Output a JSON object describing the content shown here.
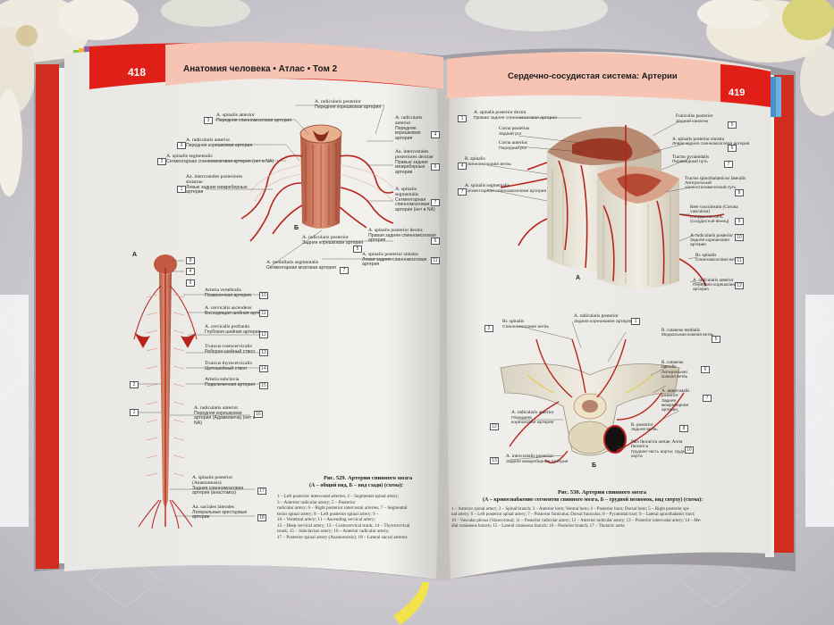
{
  "colors": {
    "header_red": "#e02018",
    "header_pink": "#f7c4b4",
    "page_paper": "#f3f2ef",
    "artery_red": "#b8241c",
    "spinal_cord": "#c96b4e",
    "bone": "#d9cfae"
  },
  "left_page": {
    "page_number": "418",
    "running_head": "Анатомия человека • Атлас • Том 2",
    "figure_letters": [
      "А",
      "Б"
    ],
    "figure_b_labels": [
      {
        "num": "3",
        "la": "A. spinalis anterior",
        "ru": "Передняя спинномозговая артерия"
      },
      {
        "num": "3",
        "la": "A. radicularis anterior",
        "ru": "Передняя корешковая артерия"
      },
      {
        "num": "2",
        "la": "A. spinalis segmentalis",
        "ru": "Сегментарная спинномозговая артерия (нет в NA)"
      },
      {
        "num": "1",
        "la": "Aa. intercostales posteriores sinistrae",
        "ru": "Левые задние межреберные артерии"
      },
      {
        "num": "4",
        "la": "A. radicularis posterior",
        "ru": "Передняя корешковая артерия"
      },
      {
        "num": "4",
        "la": "A. radicularis anterior",
        "ru": "Передняя корешковая артерия"
      },
      {
        "num": "6",
        "la": "Aa. intercostales posteriores dextrae",
        "ru": "Правые задние межреберные артерии"
      },
      {
        "num": "7",
        "la": "A. spinalis segmentalis",
        "ru": "Сегментарная спинномозговая артерия (нет в NA)"
      },
      {
        "num": "6",
        "la": "A. spinalis posterior dextra",
        "ru": "Правая задняя спинномозговая артерия"
      },
      {
        "num": "5",
        "la": "A. radicularis posterior",
        "ru": "Задняя корешковая артерия"
      },
      {
        "num": "7",
        "la": "A. medullaris segmentalis",
        "ru": "Сегментарная мозговая артерия"
      },
      {
        "num": "11",
        "la": "A. spinalis posterior sinistra",
        "ru": "Левая задняя спинномозговая артерия"
      }
    ],
    "figure_a_labels": [
      {
        "num": "10",
        "la": "Arteria vertebralis",
        "ru": "Позвоночная артерия"
      },
      {
        "num": "11",
        "la": "A. cervicalis ascendens",
        "ru": "Восходящая шейная артерия"
      },
      {
        "num": "12",
        "la": "A. cervicalis profunda",
        "ru": "Глубокая шейная артерия"
      },
      {
        "num": "13",
        "la": "Truncus costocervicalis",
        "ru": "Реберно-шейный ствол"
      },
      {
        "num": "14",
        "la": "Truncus thyrocervicalis",
        "ru": "Щитошейный ствол"
      },
      {
        "num": "15",
        "la": "Arteria subclavia",
        "ru": "Подключичная артерия"
      },
      {
        "num": "16",
        "la": "A. radicularis anterior",
        "ru": "Передняя корешковая артерия (Адамкевича) (нет в NA)"
      },
      {
        "num": "17",
        "la": "A. spinalis posterior (Anastomosis)",
        "ru": "Задняя спинномозговая артерия (анастомоз)"
      },
      {
        "num": "18",
        "la": "Aa. sacrales laterales",
        "ru": "Латеральные крестцовые артерии"
      }
    ],
    "caption_title": "Рис. 529. Артерии спинного мозга",
    "caption_sub": "(А – общий вид, Б – вид сзади) (схема):",
    "legend": [
      "1 – Left posterior intercostal arteries; 2 – Segmental spinal artery;",
      "3 – Anterior radicular artery; 5 – Posterior",
      "radicular artery; 6 – Right posterior intercostal arteries; 7 – Segmental",
      "terior spinal artery; 8 – Left posterior spinal artery; 9 –",
      "10 – Vertebral artery; 11 – Ascending cervical artery;",
      "12 – Deep cervical artery; 13 – Costocervical trunk; 14 – Thyrocervical",
      "trunk; 15 – Subclavian artery; 16 – Anterior radicular artery;",
      "17 – Posterior spinal artery (Anastomosis); 18 – Lateral sacral arteries"
    ]
  },
  "right_page": {
    "page_number": "419",
    "running_head": "Сердечно-сосудистая система: Артерии",
    "figure_letters": [
      "А",
      "Б"
    ],
    "figure_a_labels": [
      {
        "num": "1",
        "la": "A. spinalis posterior dextra",
        "ru": "Правая задняя спинномозговая артерия"
      },
      {
        "num": "2",
        "la": "Cornu posterius",
        "ru": "Задний рог"
      },
      {
        "num": "3",
        "la": "Cornu anterius",
        "ru": "Передний рог"
      },
      {
        "num": "4",
        "la": "R. spinalis",
        "ru": "Спинномозговая ветвь"
      },
      {
        "num": "7",
        "la": "A. spinalis segmentalis",
        "ru": "Сегментарная спинномозговая артерия"
      },
      {
        "num": "5",
        "la": "Funiculus posterior",
        "ru": "Задний канатик"
      },
      {
        "num": "6",
        "la": "A. spinalis posterior sinistra",
        "ru": "Левая задняя спинномозговая артерия"
      },
      {
        "num": "7",
        "la": "Tractus pyramidalis",
        "ru": "Пирамидный путь"
      },
      {
        "num": "8",
        "la": "Tractus spinothalamicus lateralis",
        "ru": "Латеральный спинноталамический путь"
      },
      {
        "num": "9",
        "la": "Rete vasculosum (Corona vasculosa)",
        "ru": "Сосудистая сеть (сосудистый венец)"
      },
      {
        "num": "10",
        "la": "A. radicularis posterior",
        "ru": "Задняя корешковая артерия"
      },
      {
        "num": "11",
        "la": "Rr. spinalis",
        "ru": "Спинномозговая ветвь"
      },
      {
        "num": "12",
        "la": "A. radicularis anterior",
        "ru": "Передняя корешковая артерия"
      }
    ],
    "figure_b_labels": [
      {
        "num": "2",
        "la": "Rr. spinalis",
        "ru": "Спинномозговая ветвь"
      },
      {
        "num": "1",
        "la": "A. radicularis posterior",
        "ru": "Задняя корешковая артерия"
      },
      {
        "num": "5",
        "la": "R. cutaneus medialis",
        "ru": "Медиальная кожная ветвь"
      },
      {
        "num": "6",
        "la": "R. cutaneus lateralis",
        "ru": "Латеральная кожная ветвь"
      },
      {
        "num": "7",
        "la": "A. intercostalis posterior",
        "ru": "Задняя межреберная артерия"
      },
      {
        "num": "8",
        "la": "R. posterior",
        "ru": "Задняя ветвь"
      },
      {
        "num": "12",
        "la": "A. radicularis anterior",
        "ru": "Передняя корешковая артерия"
      },
      {
        "num": "16",
        "la": "Pars thoracica aortae; Aorta thoracica",
        "ru": "Грудная часть аорты; грудная аорта"
      },
      {
        "num": "13",
        "la": "A. intercostalis posterior",
        "ru": "Задняя межреберная артерия"
      }
    ],
    "caption_title": "Рис. 530. Артерии спинного мозга",
    "caption_sub": "(А – кровоснабжение сегментов спинного мозга, Б – грудной позвонок, вид сверху) (схема):",
    "legend": [
      "1 – Anterior spinal artery; 2 – Spinal branch; 3 – Anterior horn; Ventral horn; 4 – Posterior horn; Dorsal horn; 5 – Right posterior spi-",
      "nal artery; 6 – Left posterior spinal artery; 7 – Posterior funiculus; Dorsal funiculus; 8 – Pyramidal tract; 9 – Lateral spinothalamic tract;",
      "10 – Vascular plexus (Vasocorona); 11 – Posterior radicular artery; 12 – Anterior radicular artery; 13 – Posterior intercostal artery; 14 – Me-",
      "dial cutaneous branch; 15 – Lateral cutaneous branch; 16 – Posterior branch; 17 – Thoracic aorta"
    ]
  }
}
